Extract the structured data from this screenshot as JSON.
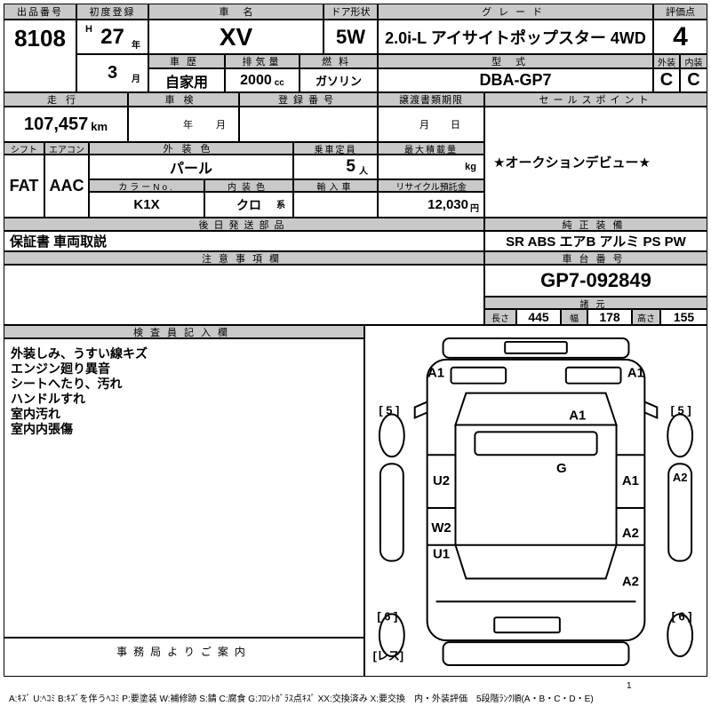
{
  "sheet": {
    "auction_no_label": "出品番号",
    "auction_no": "8108",
    "first_reg_label": "初度登録",
    "first_reg_era": "H",
    "first_reg_year": "27",
    "year_unit": "年",
    "first_reg_month": "3",
    "month_unit": "月",
    "car_name_label": "車名",
    "car_name": "XV",
    "door_label": "ドア形状",
    "door": "5W",
    "grade_label": "グレード",
    "grade": "2.0i-L アイサイトポップスター 4WD",
    "score_label": "評価点",
    "score": "4",
    "history_label": "車歴",
    "history": "自家用",
    "displacement_label": "排気量",
    "displacement": "2000",
    "displacement_unit": "cc",
    "fuel_label": "燃料",
    "fuel": "ガソリン",
    "model_label": "型式",
    "model_code": "DBA-GP7",
    "exterior_label": "外装",
    "exterior_grade": "C",
    "interior_label": "内装",
    "interior_grade": "C",
    "mileage_label": "走行",
    "mileage": "107,457",
    "mileage_unit": "km",
    "inspection_label": "車検",
    "inspection_year_unit": "年",
    "inspection_month_unit": "月",
    "reg_no_label": "登録番号",
    "transfer_label": "譲渡書類期限",
    "transfer_month_unit": "月",
    "transfer_day_unit": "日",
    "sales_point_label": "セールスポイント",
    "sales_point": "★オークションデビュー★",
    "shift_label": "シフト",
    "shift": "FAT",
    "aircon_label": "エアコン",
    "aircon": "AAC",
    "ext_color_label": "外装色",
    "ext_color": "パール",
    "capacity_label": "乗車定員",
    "capacity": "5",
    "capacity_unit": "人",
    "max_load_label": "最大積載量",
    "max_load_unit": "kg",
    "color_no_label": "カラーNo.",
    "color_no": "K1X",
    "int_color_label": "内装色",
    "int_color": "クロ",
    "int_color_suffix": "系",
    "import_label": "輸入車",
    "recycle_label": "リサイクル預託金",
    "recycle_fee": "12,030",
    "recycle_unit": "円",
    "later_parts_label": "後日発送部品",
    "later_parts": "保証書 車両取説",
    "genuine_label": "純正装備",
    "genuine_equipment": "SR ABS エアB アルミ PS PW",
    "caution_label": "注意事項欄",
    "chassis_label": "車台番号",
    "chassis_no": "GP7-092849",
    "spec_label": "諸元",
    "length_label": "長さ",
    "length": "445",
    "width_label": "幅",
    "width": "178",
    "height_label": "高さ",
    "height": "155",
    "inspector_label": "検査員記入欄",
    "office_label": "事務局よりご案内"
  },
  "inspector_notes": [
    "外装しみ、うすい線キズ",
    "エンジン廻り異音",
    "シートへたり、汚れ",
    "ハンドルすれ",
    "室内汚れ",
    "室内内張傷"
  ],
  "diagram_labels": [
    "A1",
    "A1",
    "[ 5 ]",
    "[ 5 ]",
    "A1",
    "U2",
    "G",
    "A1",
    "A2",
    "W2",
    "A2",
    "U1",
    "A2",
    "[ 6 ]",
    "[ 6 ]",
    "[レス]"
  ],
  "legend": {
    "text": "A:ｷｽﾞ U:ﾍｺﾐ B:ｷｽﾞを伴うﾍｺﾐ P:要塗装 W:補修跡 S:錆 C:腐食 G:ﾌﾛﾝﾄｶﾞﾗｽ点ｷｽﾞ XX:交換済み X:要交換　内・外装評価　5段階ﾗﾝｸ順(A・B・C・D・E)",
    "page": "1"
  }
}
